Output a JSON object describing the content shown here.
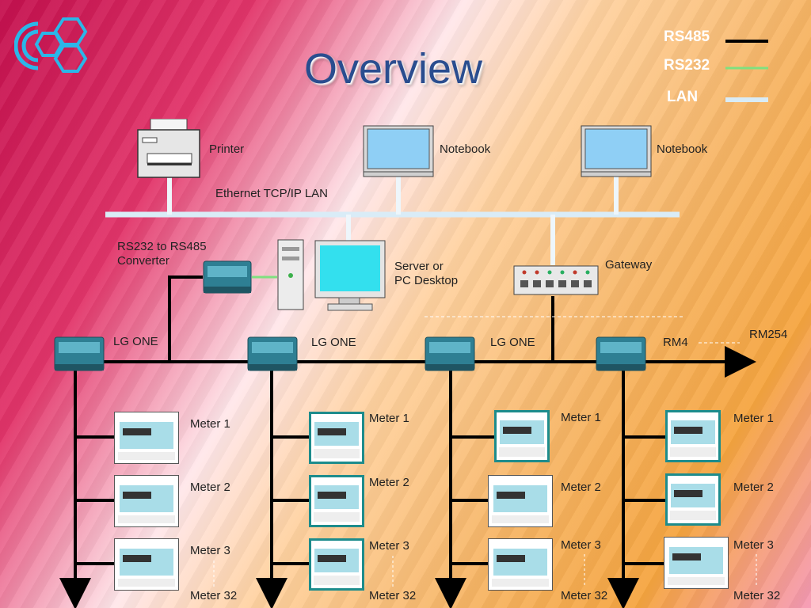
{
  "title": "Overview",
  "legend": {
    "rs485": {
      "label": "RS485",
      "color": "#000000"
    },
    "rs232": {
      "label": "RS232",
      "color": "#7fe07f"
    },
    "lan": {
      "label": "LAN",
      "color": "#d9ecf7"
    }
  },
  "top_devices": {
    "printer": "Printer",
    "notebook_1": "Notebook",
    "notebook_2": "Notebook",
    "lan_label": "Ethernet TCP/IP LAN"
  },
  "middle_devices": {
    "converter": [
      "RS232 to RS485",
      "Converter"
    ],
    "server": [
      "Server or",
      "PC Desktop"
    ],
    "gateway": "Gateway"
  },
  "bus_units": [
    "LG ONE",
    "LG ONE",
    "LG ONE",
    "RM4"
  ],
  "rm254": "RM254",
  "columns": [
    {
      "meters": [
        "Meter 1",
        "Meter 2",
        "Meter 3",
        "Meter 32"
      ]
    },
    {
      "meters": [
        "Meter 1",
        "Meter 2",
        "Meter 3",
        "Meter 32"
      ]
    },
    {
      "meters": [
        "Meter 1",
        "Meter 2",
        "Meter 3",
        "Meter 32"
      ]
    },
    {
      "meters": [
        "Meter 1",
        "Meter 2",
        "Meter 3",
        "Meter 32"
      ]
    }
  ]
}
